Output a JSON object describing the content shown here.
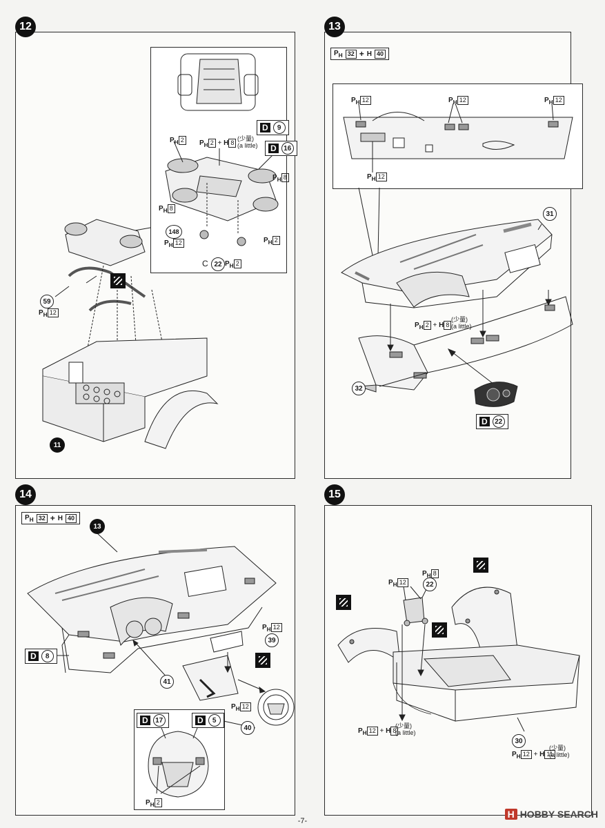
{
  "page_number": "-7-",
  "watermark": {
    "mark": "H",
    "text": "HOBBY SEARCH"
  },
  "step12": {
    "badge": "12",
    "inset_top": {
      "paint": "D",
      "num": "9"
    },
    "inset_labels": {
      "ph2_a": "2",
      "ph2_plus": "2",
      "h8": "8",
      "little_jp": "(少量)",
      "little_en": "(a little)",
      "d16_letter": "D",
      "d16_num": "16",
      "ph8_right": "8",
      "ph8_left": "8",
      "part148": "148",
      "ph12": "12",
      "part_c": "C",
      "part22": "22",
      "ph2_bottom": "2",
      "ph2_right": "2"
    },
    "part59": "59",
    "ph12_59": "12",
    "part11": "11"
  },
  "step13": {
    "badge": "13",
    "paint": {
      "a": "32",
      "plus": "+",
      "b": "40"
    },
    "ph12_labels": [
      "12",
      "12",
      "12",
      "12"
    ],
    "part31": "31",
    "ph2": "2",
    "h8": "8",
    "little_jp": "(少量)",
    "little_en": "(a little)",
    "part32": "32",
    "d_letter": "D",
    "d_num": "22"
  },
  "step14": {
    "badge": "14",
    "paint": {
      "a": "32",
      "plus": "+",
      "b": "40"
    },
    "part13": "13",
    "d8_letter": "D",
    "d8_num": "8",
    "ph12_a": "12",
    "part39": "39",
    "part41": "41",
    "ph12_b": "12",
    "part40": "40",
    "d17_letter": "D",
    "d17_num": "17",
    "d5_letter": "D",
    "d5_num": "5",
    "ph2": "2"
  },
  "step15": {
    "badge": "15",
    "ph8": "8",
    "ph12": "12",
    "part22": "22",
    "ph12_b": "12",
    "h8": "8",
    "little_jp": "(少量)",
    "little_en": "(a little)",
    "part30": "30",
    "ph12_c": "12",
    "h11": "11",
    "little_jp2": "(少量)",
    "little_en2": "(a little)"
  }
}
